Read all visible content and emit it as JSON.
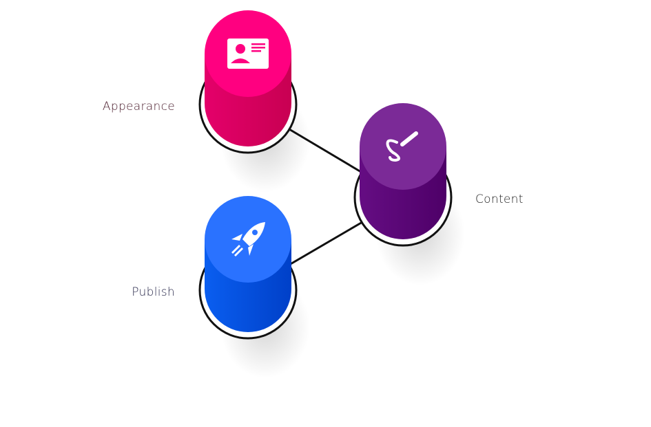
{
  "nodes": [
    {
      "label": "Appearance",
      "icon": "id-card-icon",
      "top_color": "#ff0080",
      "side_color": "#d6005e",
      "label_color": "#4a1c2c"
    },
    {
      "label": "Content",
      "icon": "signature-pen-icon",
      "top_color": "#7b2a97",
      "side_color": "#5a0a76",
      "label_color": "#222222"
    },
    {
      "label": "Publish",
      "icon": "rocket-icon",
      "top_color": "#2a72ff",
      "side_color": "#0651d8",
      "label_color": "#2b2b4d"
    }
  ]
}
